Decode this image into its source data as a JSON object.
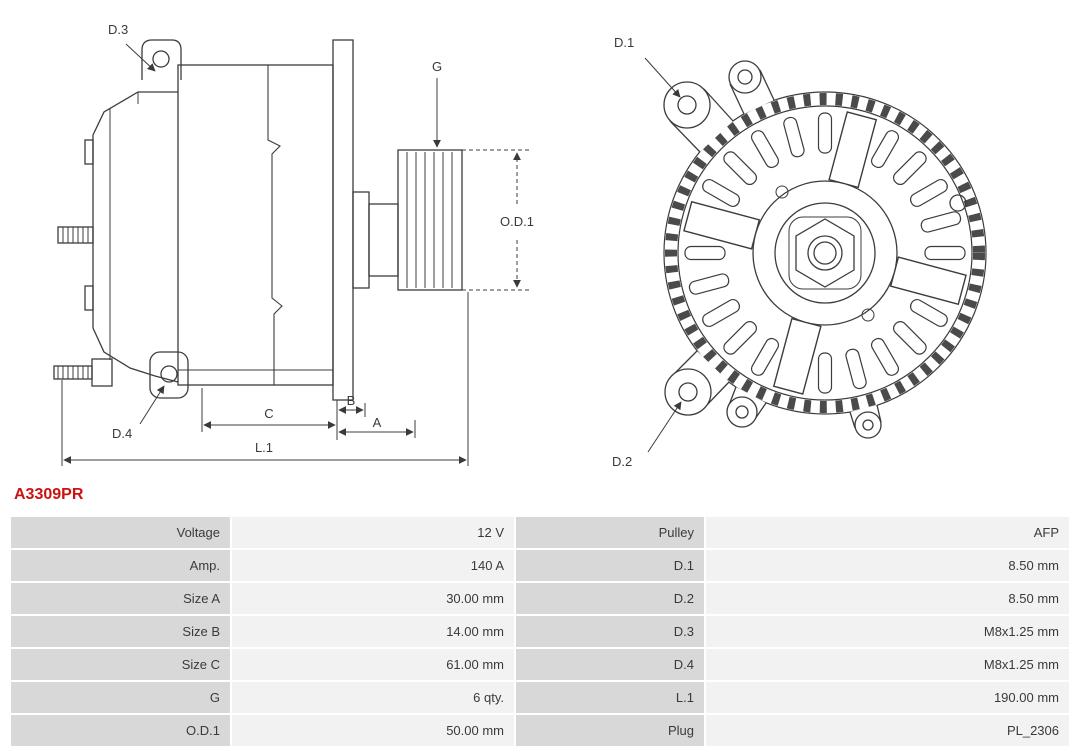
{
  "part_number": "A3309PR",
  "accent_color": "#cc1111",
  "diagram": {
    "labels": {
      "d1": "D.1",
      "d2": "D.2",
      "d3": "D.3",
      "d4": "D.4",
      "g": "G",
      "od1": "O.D.1",
      "a": "A",
      "b": "B",
      "c": "C",
      "l1": "L.1"
    }
  },
  "spec_table": {
    "rows": [
      {
        "left_label": "Voltage",
        "left_value": "12 V",
        "right_label": "Pulley",
        "right_value": "AFP"
      },
      {
        "left_label": "Amp.",
        "left_value": "140 A",
        "right_label": "D.1",
        "right_value": "8.50 mm"
      },
      {
        "left_label": "Size A",
        "left_value": "30.00 mm",
        "right_label": "D.2",
        "right_value": "8.50 mm"
      },
      {
        "left_label": "Size B",
        "left_value": "14.00 mm",
        "right_label": "D.3",
        "right_value": "M8x1.25 mm"
      },
      {
        "left_label": "Size C",
        "left_value": "61.00 mm",
        "right_label": "D.4",
        "right_value": "M8x1.25 mm"
      },
      {
        "left_label": "G",
        "left_value": "6 qty.",
        "right_label": "L.1",
        "right_value": "190.00 mm"
      },
      {
        "left_label": "O.D.1",
        "left_value": "50.00 mm",
        "right_label": "Plug",
        "right_value": "PL_2306"
      }
    ]
  }
}
